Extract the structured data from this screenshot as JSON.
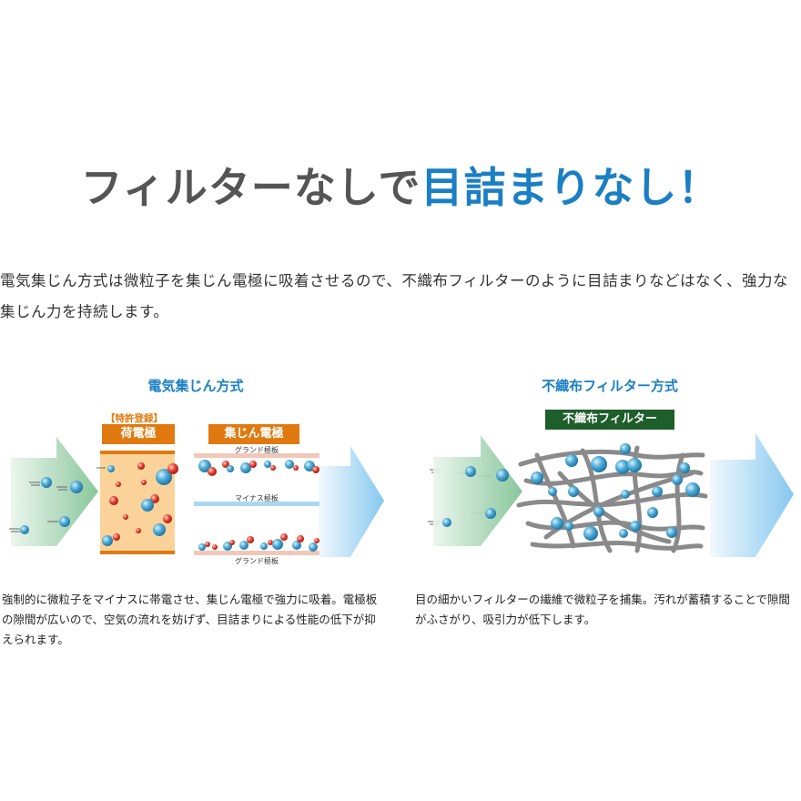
{
  "headline": {
    "part1": "フィルターなしで",
    "part2": "目詰まりなし！"
  },
  "intro": "電気集じん方式は微粒子を集じん電極に吸着させるので、不織布フィルターのように目詰まりなどはなく、強力な集じん力を持続します。",
  "left_panel": {
    "title": "電気集じん方式",
    "patent_label": "【特許登録】",
    "charge_label": "荷電極",
    "collect_label": "集じん電極",
    "ground_top": "グランド極板",
    "minus_plate": "マイナス極板",
    "ground_bottom": "グランド極板",
    "caption": "強制的に微粒子をマイナスに帯電させ、集じん電極で強力に吸着。電極板の隙間が広いので、空気の流れを妨げず、目詰まりによる性能の低下が抑えられます。"
  },
  "right_panel": {
    "title": "不織布フィルター方式",
    "filter_label": "不織布フィルター",
    "caption": "目の細かいフィルターの繊維で微粒子を捕集。汚れが蓄積することで隙間がふさがり、吸引力が低下します。"
  },
  "colors": {
    "blue": "#1a7fc4",
    "dark_text": "#555555",
    "orange": "#e07a10",
    "dark_green": "#1e5e2a",
    "charge_fill": "#fbd39a"
  }
}
